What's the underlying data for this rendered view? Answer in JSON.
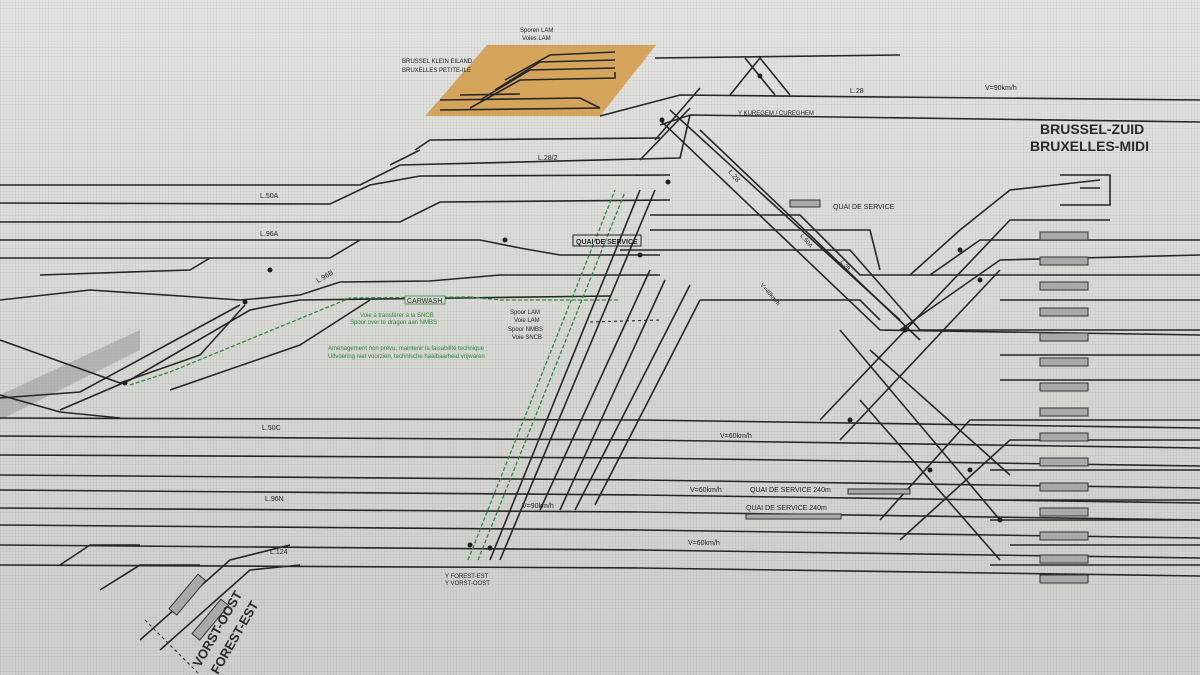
{
  "station": {
    "name_nl": "BRUSSEL-ZUID",
    "name_fr": "BRUXELLES-MIDI"
  },
  "klein_eiland": {
    "name_nl": "BRUSSEL KLEIN EILAND",
    "name_fr": "BRUXELLES PETITE-ILE",
    "tracks_nl": "Sporen LAM",
    "tracks_fr": "Voies LAM",
    "highlight_color": "#d39a45"
  },
  "junctions": {
    "kuregem": "Y KUREGEM / CUREGHEM",
    "forest_fr": "Y FOREST-EST",
    "forest_nl": "Y VORST-OOST"
  },
  "forest_station": {
    "name_nl": "VORST-OOST",
    "name_fr": "FOREST-EST"
  },
  "lines": {
    "l28": "L.28",
    "l28_diag": "L.28",
    "l28_2": "L.28/2",
    "l50a": "L.50A",
    "l96a": "L.96A",
    "l96b": "L.96B",
    "l50c": "L.50C",
    "l96n": "L.96N",
    "l124": "L.124",
    "l50a_diag": "L.50A",
    "l28_diag2": "L.28"
  },
  "speeds": {
    "top": "V=90km/h",
    "diag": "V=40km/h",
    "mid": "V=60km/h",
    "lower1": "V=60km/h",
    "lower2": "V=60km/h",
    "cross": "V=90km/h"
  },
  "service": {
    "quai1": "QUAI DE SERVICE",
    "quai2": "QUAI DE SERVICE",
    "quai3": "QUAI DE SERVICE 240m",
    "quai4": "QUAI DE SERVICE 240m"
  },
  "carwash": "CARWASH",
  "notes": {
    "transfer_fr": "Voie à transférer à la SNCB",
    "transfer_nl": "Spoor over te dragen aan NMBS",
    "amenagement_fr": "Aménagement non prévu, maintenir la faisabilité technique",
    "amenagement_nl": "Uitvoering niet voorzien, technische haalbaarheid vrijwaren",
    "spoor_lam": "Spoor LAM",
    "voie_lam": "Voie LAM",
    "spoor_nmbs": "Spoor NMBS",
    "voie_sncb": "Voie SNCB",
    "green_color": "#2f8a3c"
  }
}
